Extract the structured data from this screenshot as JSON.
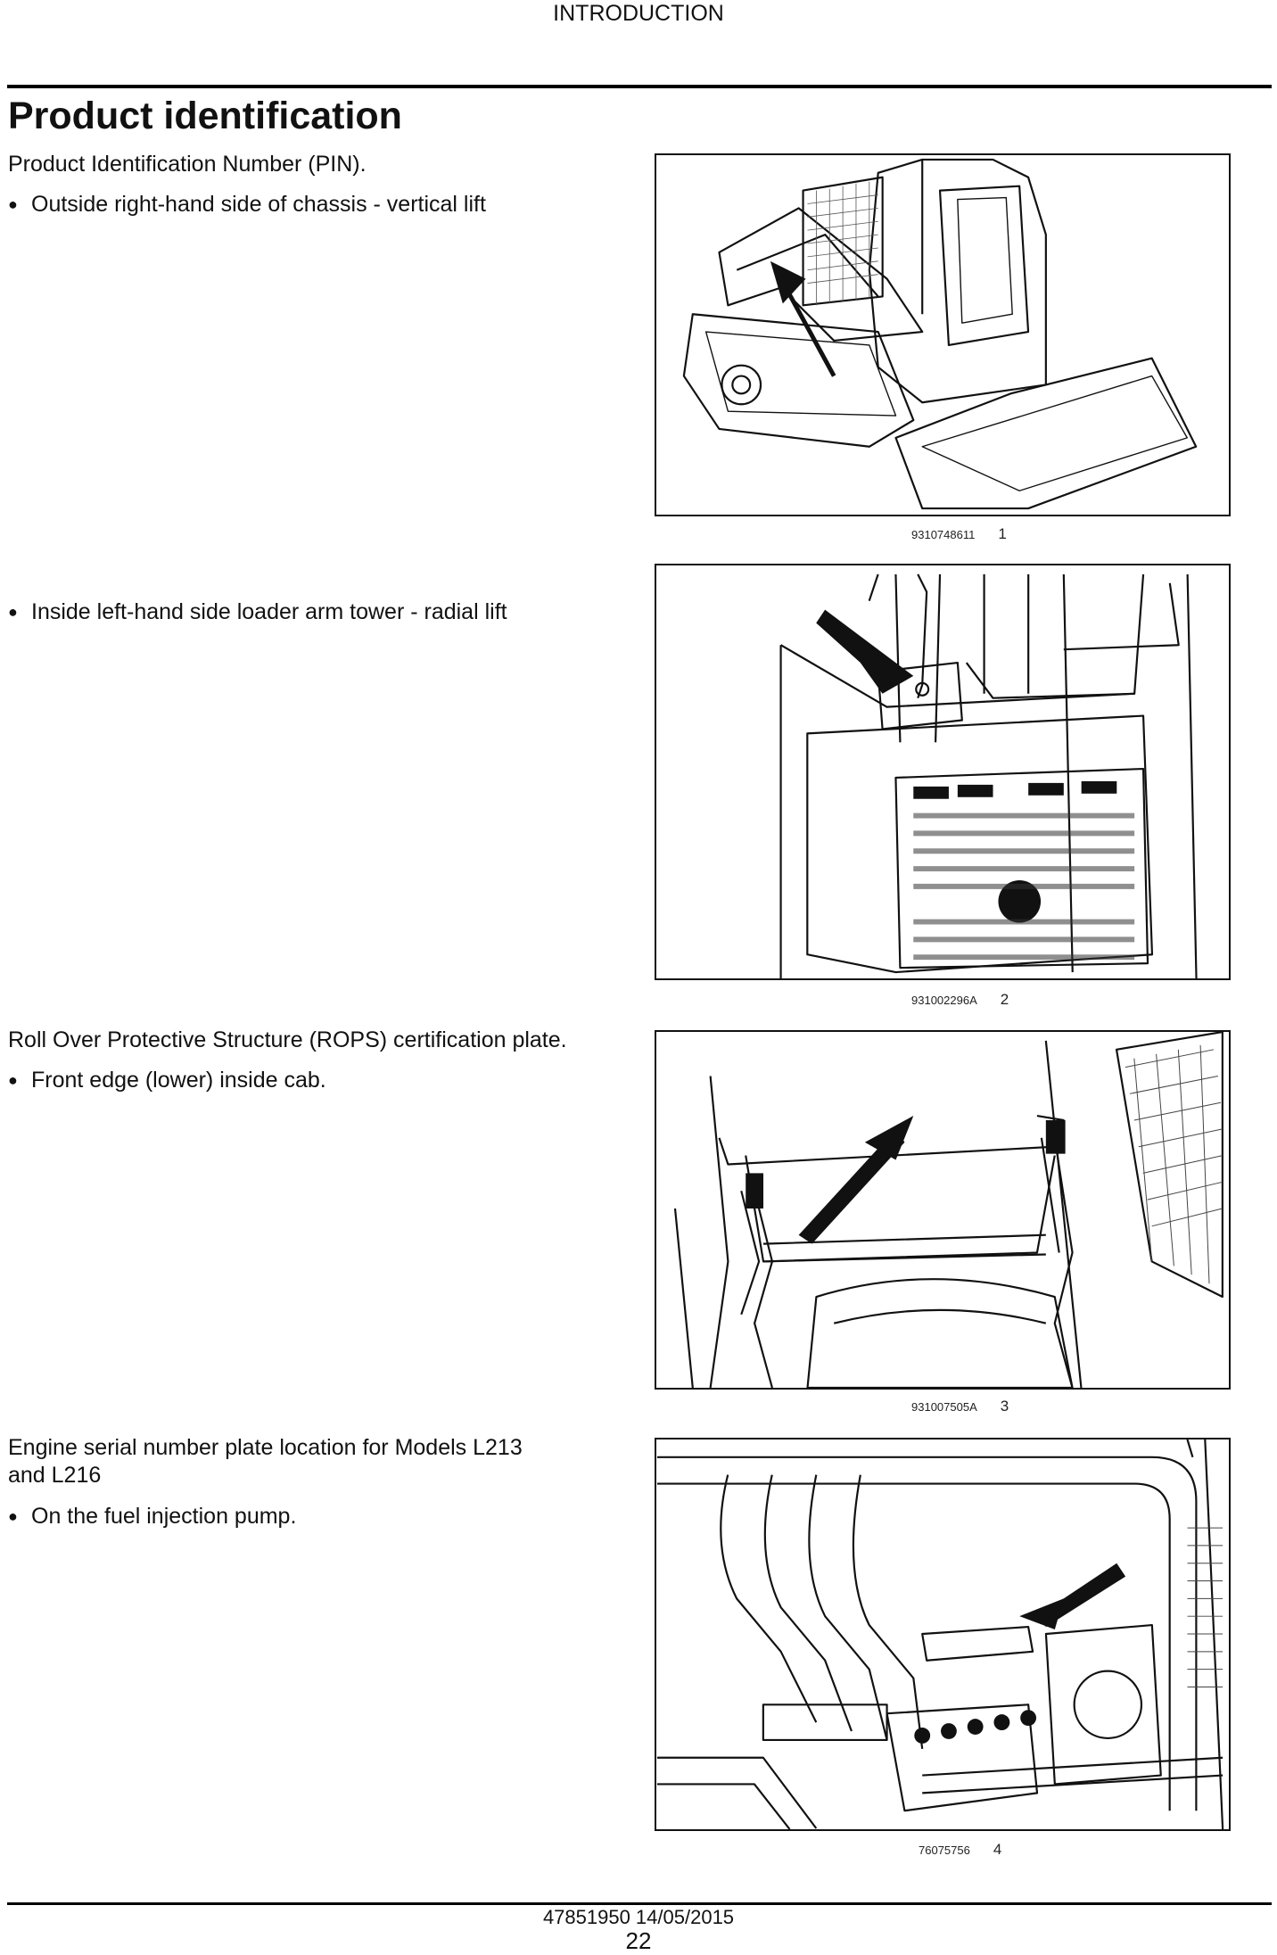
{
  "header": {
    "section": "INTRODUCTION"
  },
  "title": "Product identification",
  "sections": [
    {
      "lead": "Product Identification Number (PIN).",
      "bullet": "Outside right-hand side of chassis - vertical lift",
      "figure": {
        "code": "9310748611",
        "number": "1",
        "icon": "compact-track-loader-illustration"
      }
    },
    {
      "bullet": "Inside left-hand side loader arm tower - radial lift",
      "figure": {
        "code": "931002296A",
        "number": "2",
        "icon": "loader-arm-tower-illustration"
      }
    },
    {
      "lead": "Roll Over Protective Structure (ROPS) certification plate.",
      "bullet": "Front edge (lower) inside cab.",
      "figure": {
        "code": "931007505A",
        "number": "3",
        "icon": "cab-interior-illustration"
      }
    },
    {
      "lead_line1": "Engine serial number plate location for Models L213",
      "lead_line2": "and L216",
      "bullet": "On the fuel injection pump.",
      "figure": {
        "code": "76075756",
        "number": "4",
        "icon": "fuel-injection-pump-illustration"
      }
    }
  ],
  "footer": {
    "doc_id": "47851950 14/05/2015",
    "page": "22"
  }
}
